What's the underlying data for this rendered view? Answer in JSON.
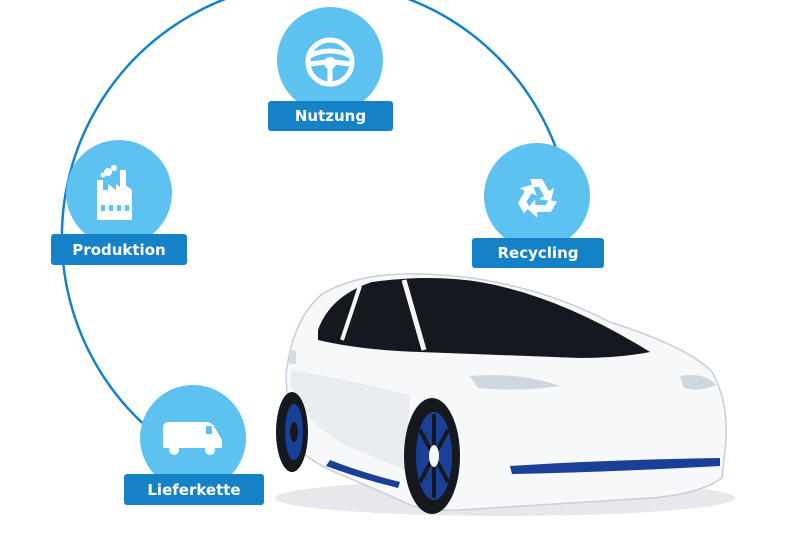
{
  "colors": {
    "circle_fill": "#5ec2f0",
    "label_fill": "#1582c8",
    "cycle_line": "#1582c8",
    "car_body": "#f7f8fa",
    "car_glass": "#15191f",
    "car_accent": "#1a3f99"
  },
  "stages": [
    {
      "label": "Nutzung",
      "icon": "steering-wheel-icon"
    },
    {
      "label": "Recycling",
      "icon": "recycling-icon"
    },
    {
      "label": "Lieferkette",
      "icon": "delivery-van-icon"
    },
    {
      "label": "Produktion",
      "icon": "factory-icon"
    }
  ],
  "car": {
    "icon": "electric-car-illustration"
  }
}
